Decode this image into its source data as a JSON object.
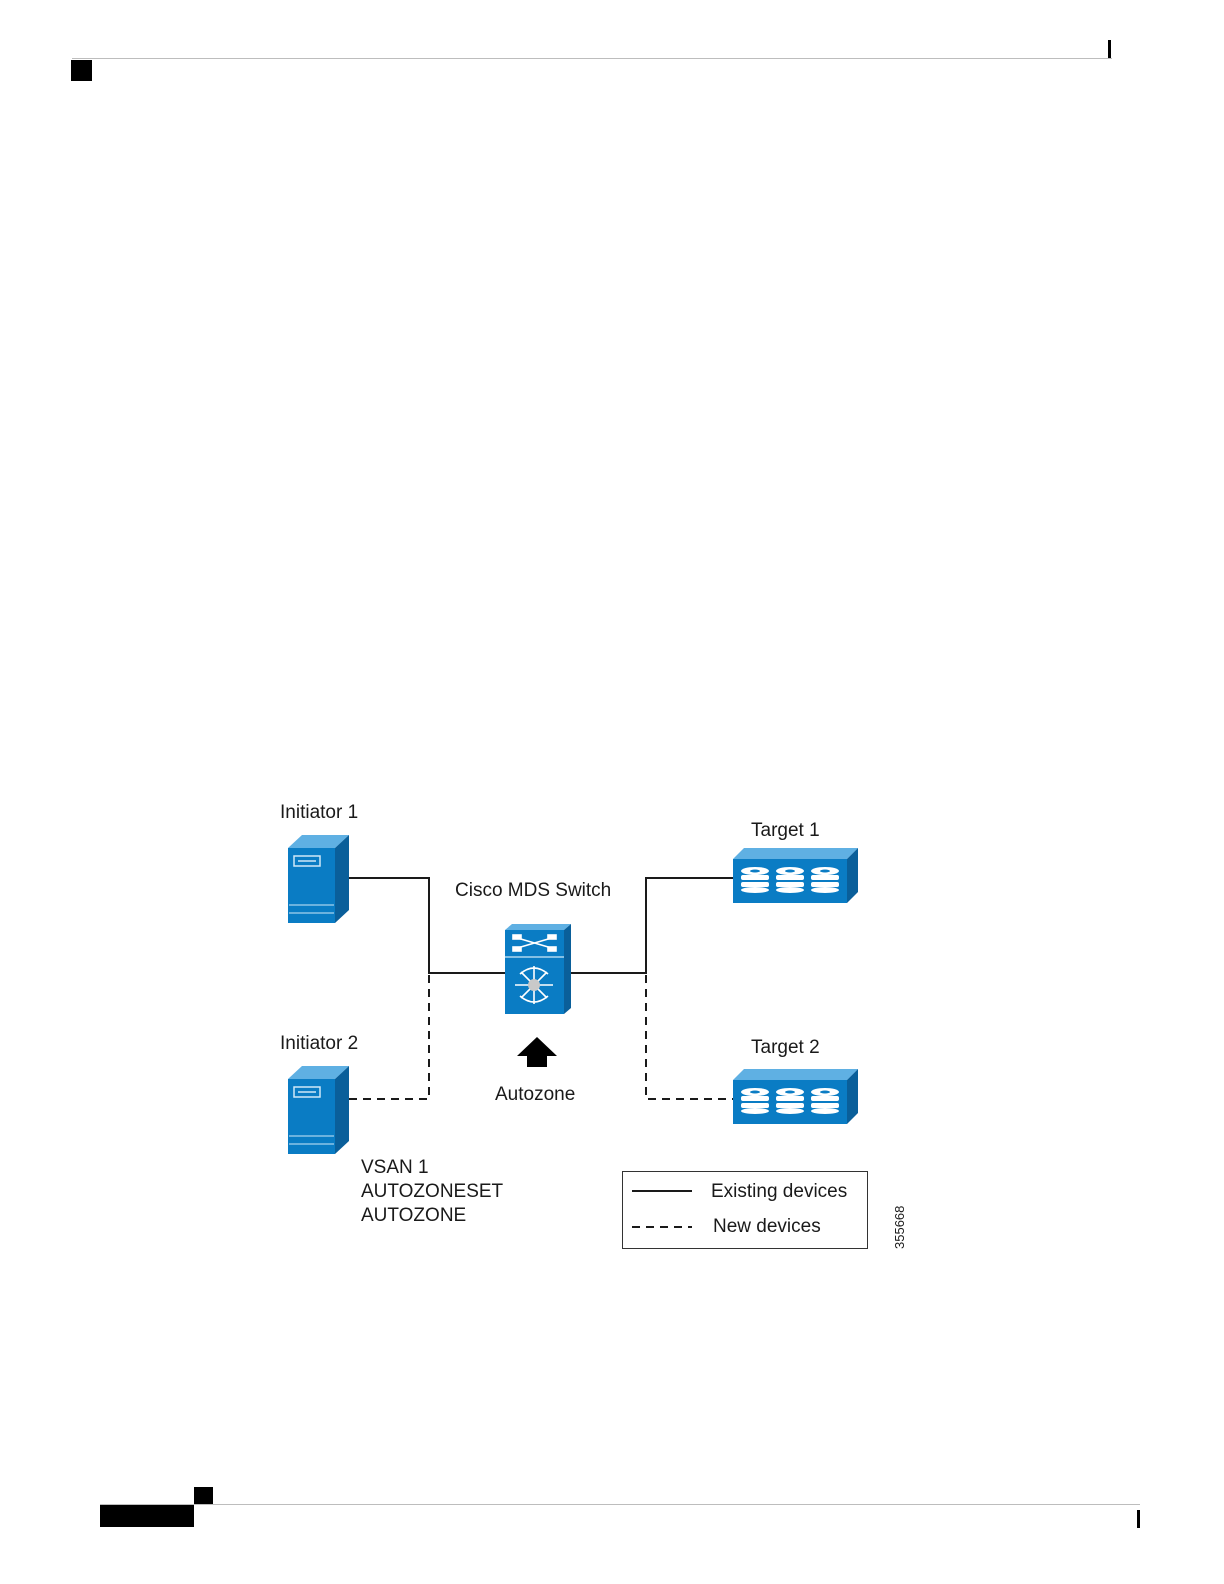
{
  "diagram": {
    "nodes": {
      "initiator1": "Initiator 1",
      "initiator2": "Initiator 2",
      "switch": "Cisco MDS Switch",
      "target1": "Target 1",
      "target2": "Target 2"
    },
    "autozone_label": "Autozone",
    "vsan_info": [
      "VSAN 1",
      "AUTOZONESET",
      "AUTOZONE"
    ],
    "legend": {
      "existing": "Existing devices",
      "new": "New devices"
    },
    "figure_id": "355668",
    "colors": {
      "device_front": "#0a7cc4",
      "device_top": "#5fb0e3",
      "device_side": "#0a5f9a",
      "link": "#1a1a1a"
    }
  }
}
